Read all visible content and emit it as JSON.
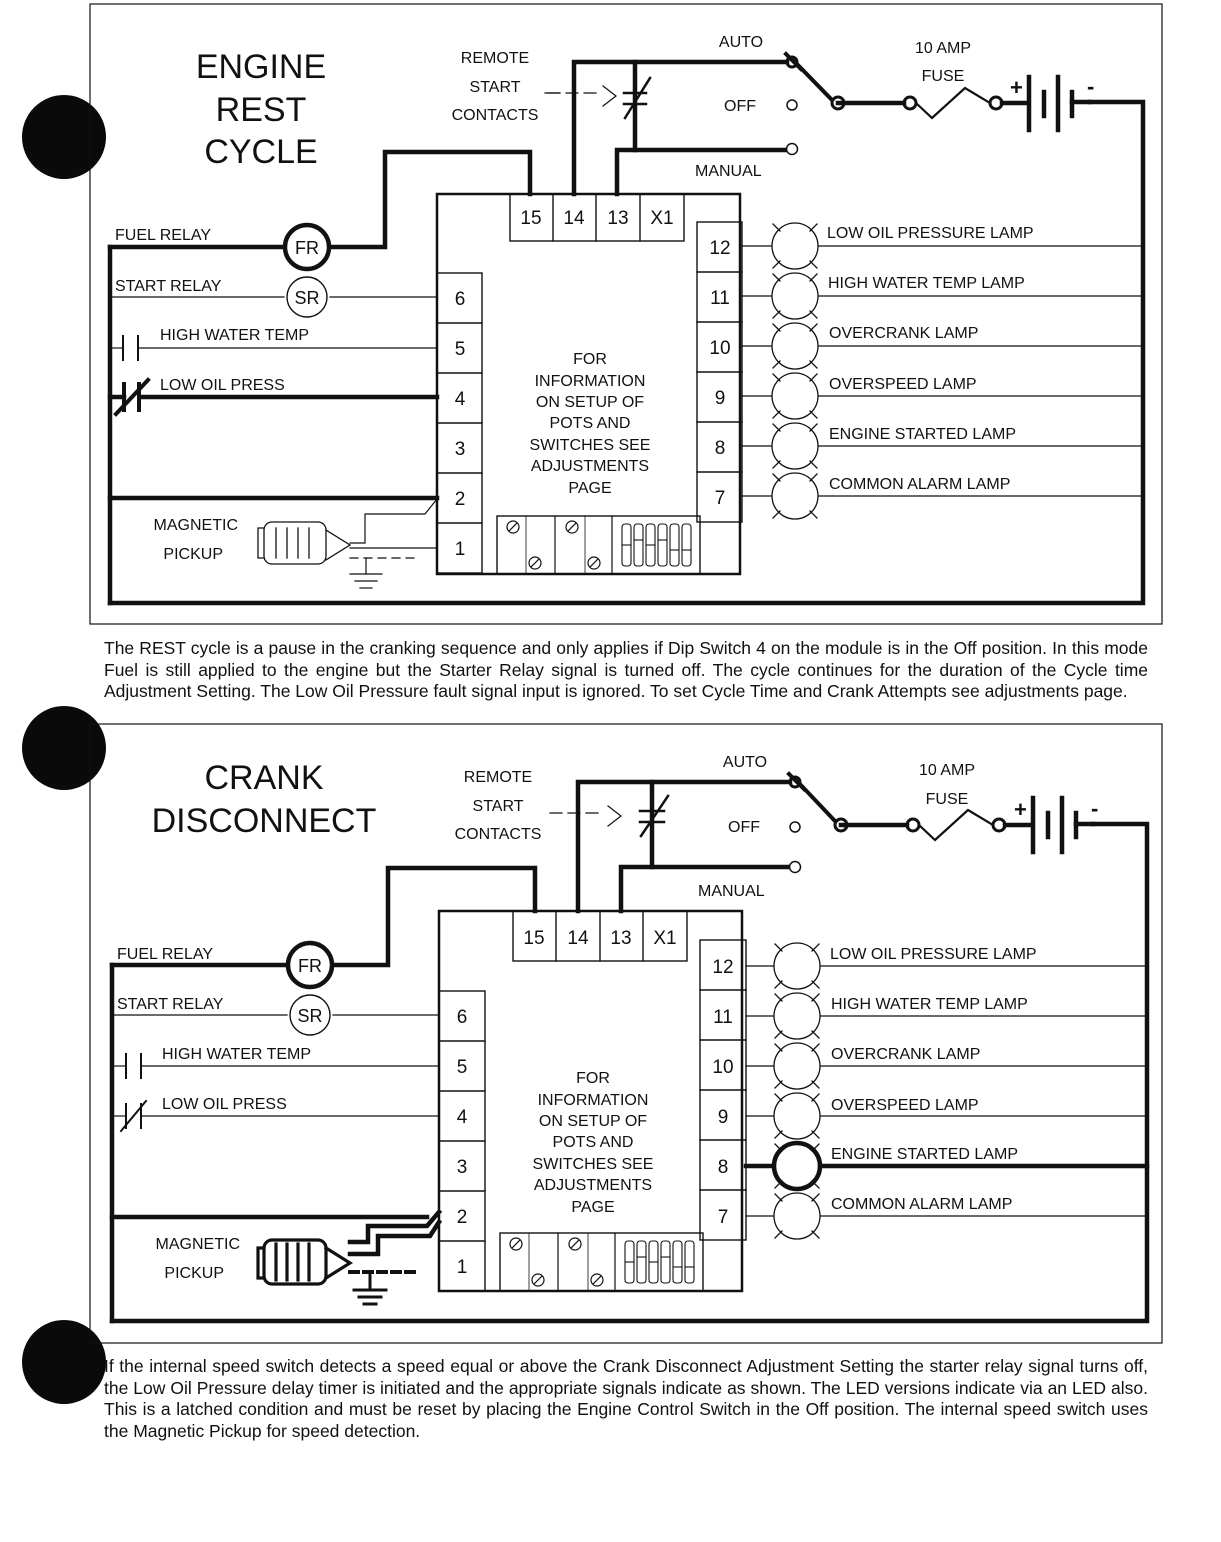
{
  "diagrams": [
    {
      "title_lines": [
        "ENGINE",
        "REST",
        "CYCLE"
      ],
      "remote_lines": [
        "REMOTE",
        "START",
        "CONTACTS"
      ],
      "switch": {
        "auto": "AUTO",
        "off": "OFF",
        "manual": "MANUAL"
      },
      "fuse_lines": [
        "10 AMP",
        "FUSE"
      ],
      "battery": {
        "plus": "+",
        "minus": "-"
      },
      "top_terminals": [
        "15",
        "14",
        "13",
        "X1"
      ],
      "left_terminals": [
        "6",
        "5",
        "4",
        "3",
        "2",
        "1"
      ],
      "right_terminals": [
        "12",
        "11",
        "10",
        "9",
        "8",
        "7"
      ],
      "relays": {
        "fuel_label": "FUEL RELAY",
        "fuel_symbol": "FR",
        "start_label": "START RELAY",
        "start_symbol": "SR"
      },
      "inputs": {
        "high_water": "HIGH WATER TEMP",
        "low_oil": "LOW OIL PRESS"
      },
      "pickup_lines": [
        "MAGNETIC",
        "PICKUP"
      ],
      "info_lines": [
        "FOR",
        "INFORMATION",
        "ON SETUP OF",
        "POTS AND",
        "SWITCHES SEE",
        "ADJUSTMENTS",
        "PAGE"
      ],
      "lamps": [
        "LOW OIL PRESSURE LAMP",
        "HIGH WATER TEMP LAMP",
        "OVERCRANK LAMP",
        "OVERSPEED LAMP",
        "ENGINE STARTED LAMP",
        "COMMON ALARM LAMP"
      ]
    },
    {
      "title_lines": [
        "CRANK",
        "DISCONNECT"
      ],
      "remote_lines": [
        "REMOTE",
        "START",
        "CONTACTS"
      ],
      "switch": {
        "auto": "AUTO",
        "off": "OFF",
        "manual": "MANUAL"
      },
      "fuse_lines": [
        "10 AMP",
        "FUSE"
      ],
      "battery": {
        "plus": "+",
        "minus": "-"
      },
      "top_terminals": [
        "15",
        "14",
        "13",
        "X1"
      ],
      "left_terminals": [
        "6",
        "5",
        "4",
        "3",
        "2",
        "1"
      ],
      "right_terminals": [
        "12",
        "11",
        "10",
        "9",
        "8",
        "7"
      ],
      "relays": {
        "fuel_label": "FUEL RELAY",
        "fuel_symbol": "FR",
        "start_label": "START RELAY",
        "start_symbol": "SR"
      },
      "inputs": {
        "high_water": "HIGH WATER TEMP",
        "low_oil": "LOW OIL PRESS"
      },
      "pickup_lines": [
        "MAGNETIC",
        "PICKUP"
      ],
      "info_lines": [
        "FOR",
        "INFORMATION",
        "ON SETUP OF",
        "POTS AND",
        "SWITCHES SEE",
        "ADJUSTMENTS",
        "PAGE"
      ],
      "lamps": [
        "LOW OIL PRESSURE LAMP",
        "HIGH WATER TEMP LAMP",
        "OVERCRANK LAMP",
        "OVERSPEED LAMP",
        "ENGINE STARTED LAMP",
        "COMMON ALARM LAMP"
      ]
    }
  ],
  "paragraphs": [
    "The REST cycle is a pause in the cranking sequence and only applies if Dip Switch 4 on the module is in the Off position. In this mode Fuel is still applied to the engine but the Starter Relay signal is turned off. The cycle continues for the duration of the Cycle time Adjustment Setting. The Low Oil Pressure fault signal input is ignored. To set Cycle Time and Crank Attempts see adjustments page.",
    "If the internal speed switch detects a speed equal or above the Crank Disconnect Adjustment Setting the starter relay signal turns off, the Low Oil Pressure delay timer is initiated and the appropriate signals indicate as shown. The LED versions indicate via an LED also. This is a latched condition and must be reset by placing the Engine Control Switch in the Off position. The internal speed switch uses the Magnetic Pickup for speed detection."
  ]
}
